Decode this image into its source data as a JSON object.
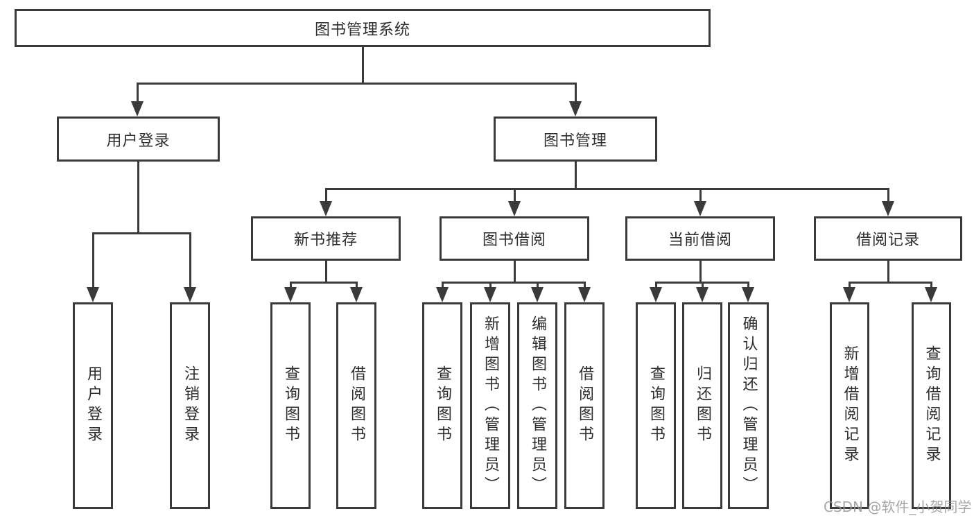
{
  "diagram": {
    "root": {
      "label": "图书管理系统"
    },
    "branches": [
      {
        "label": "用户登录",
        "children": [
          {
            "label": "用户登录"
          },
          {
            "label": "注销登录"
          }
        ]
      },
      {
        "label": "图书管理",
        "children": [
          {
            "label": "新书推荐",
            "children": [
              {
                "label": "查询图书"
              },
              {
                "label": "借阅图书"
              }
            ]
          },
          {
            "label": "图书借阅",
            "children": [
              {
                "label": "查询图书"
              },
              {
                "label": "新增图书（管理员）"
              },
              {
                "label": "编辑图书（管理员）"
              },
              {
                "label": "借阅图书"
              }
            ]
          },
          {
            "label": "当前借阅",
            "children": [
              {
                "label": "查询图书"
              },
              {
                "label": "归还图书"
              },
              {
                "label": "确认归还（管理员）"
              }
            ]
          },
          {
            "label": "借阅记录",
            "children": [
              {
                "label": "新增借阅记录"
              },
              {
                "label": "查询借阅记录"
              }
            ]
          }
        ]
      }
    ]
  },
  "watermark": {
    "text": "CSDN @软件_小贺同学"
  },
  "colors": {
    "line": "#3a3a3a",
    "box_border": "#3a3a3a",
    "text": "#2e2e2e",
    "background": "#ffffff",
    "watermark": "#969696"
  }
}
